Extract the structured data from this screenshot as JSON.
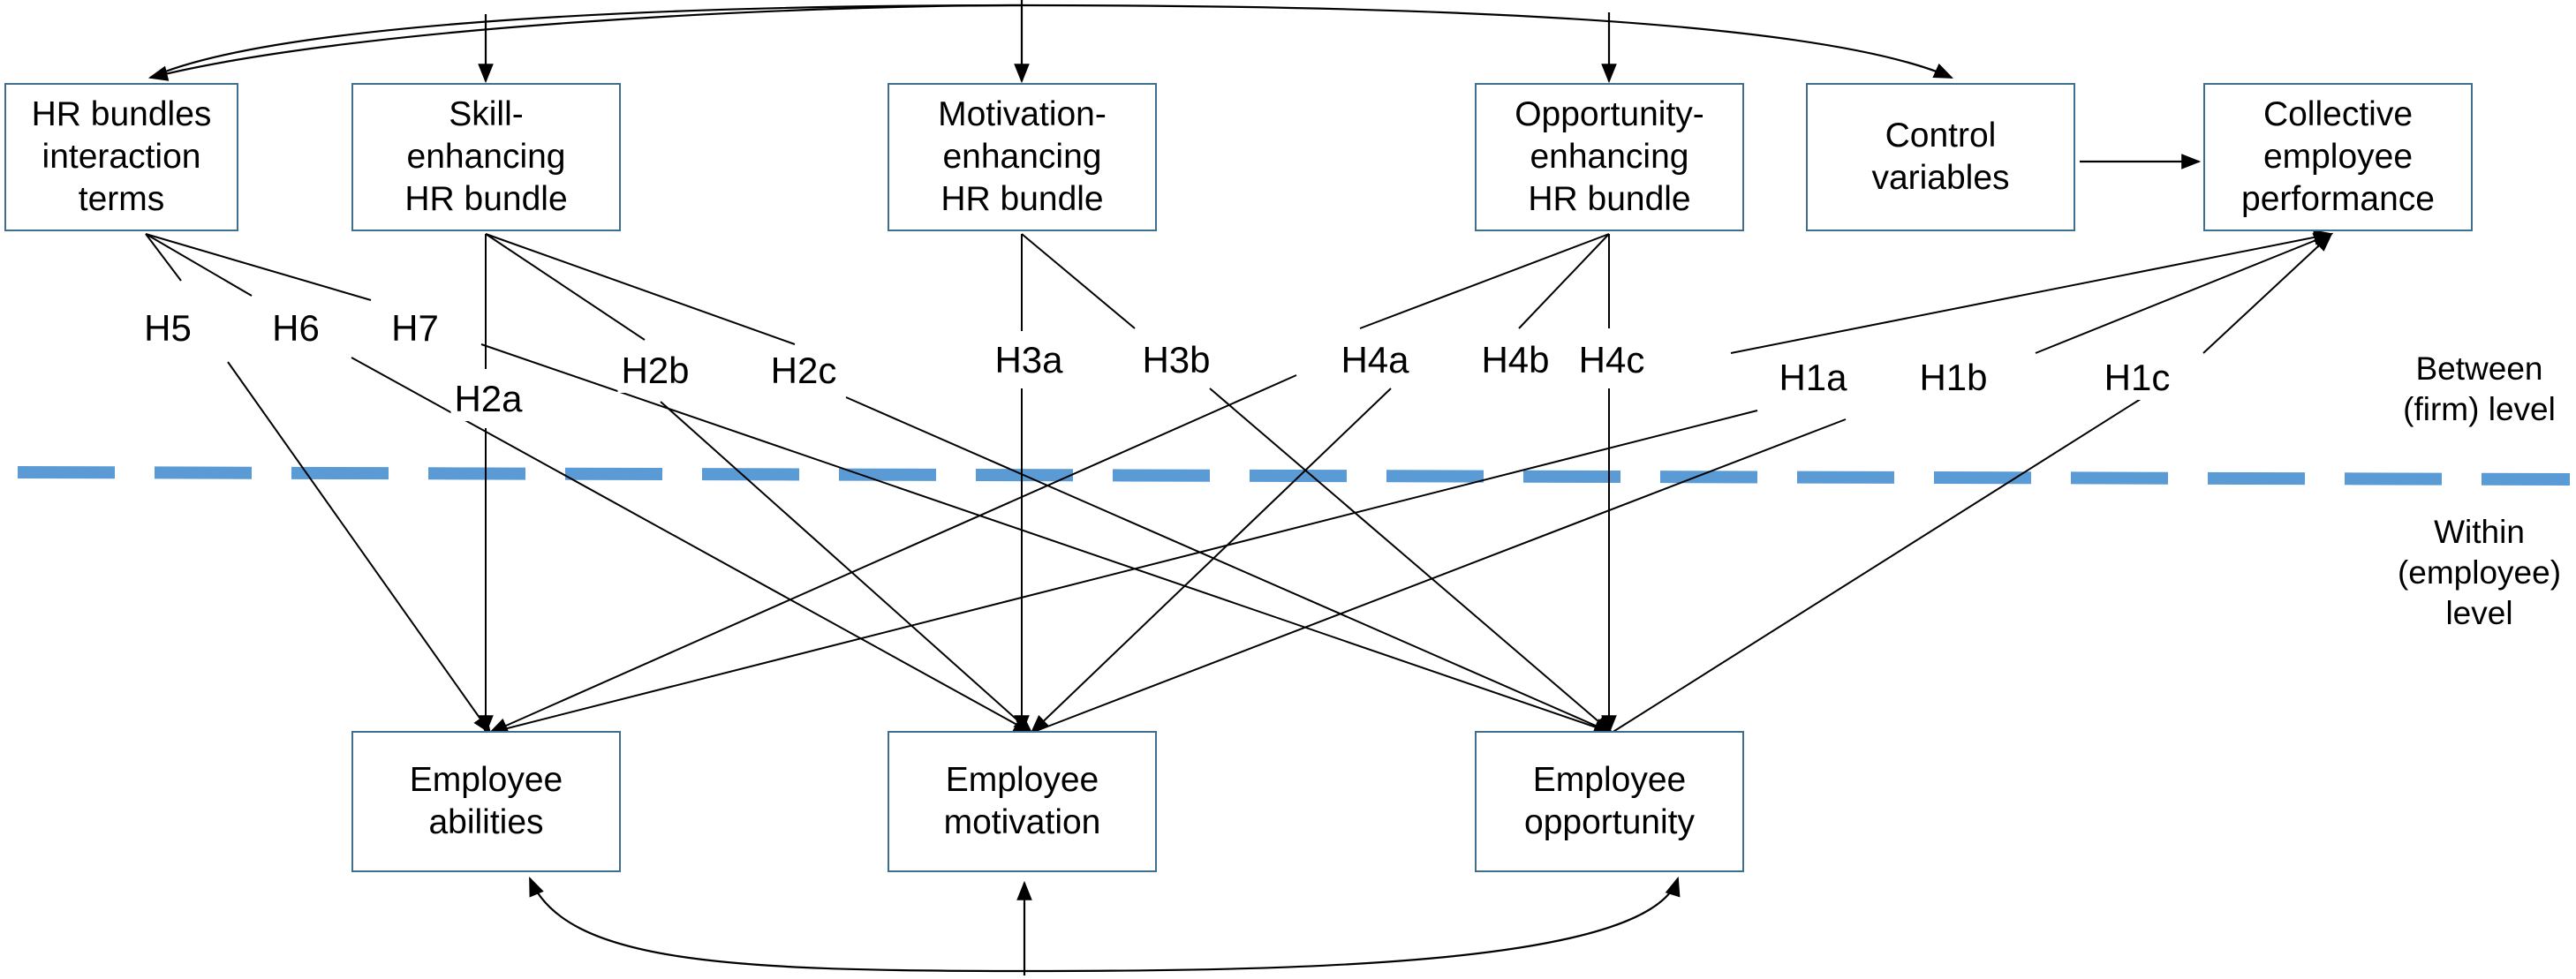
{
  "boxes": {
    "hr_interaction": "HR bundles\ninteraction\nterms",
    "skill": "Skill-\nenhancing\nHR bundle",
    "motivation": "Motivation-\nenhancing\nHR bundle",
    "opportunity": "Opportunity-\nenhancing\nHR bundle",
    "control": "Control\nvariables",
    "collective": "Collective\nemployee\nperformance",
    "abilities": "Employee\nabilities",
    "emp_motivation": "Employee\nmotivation",
    "emp_opportunity": "Employee\nopportunity"
  },
  "hypotheses": {
    "H5": "H5",
    "H6": "H6",
    "H7": "H7",
    "H2a": "H2a",
    "H2b": "H2b",
    "H2c": "H2c",
    "H3a": "H3a",
    "H3b": "H3b",
    "H4a": "H4a",
    "H4b": "H4b",
    "H4c": "H4c",
    "H1a": "H1a",
    "H1b": "H1b",
    "H1c": "H1c"
  },
  "levels": {
    "between": "Between\n(firm) level",
    "within": "Within\n(employee)\nlevel"
  },
  "colors": {
    "box_border": "#3e6f8f",
    "dashed_divider": "#5b9bd5",
    "arrows": "#000000"
  }
}
